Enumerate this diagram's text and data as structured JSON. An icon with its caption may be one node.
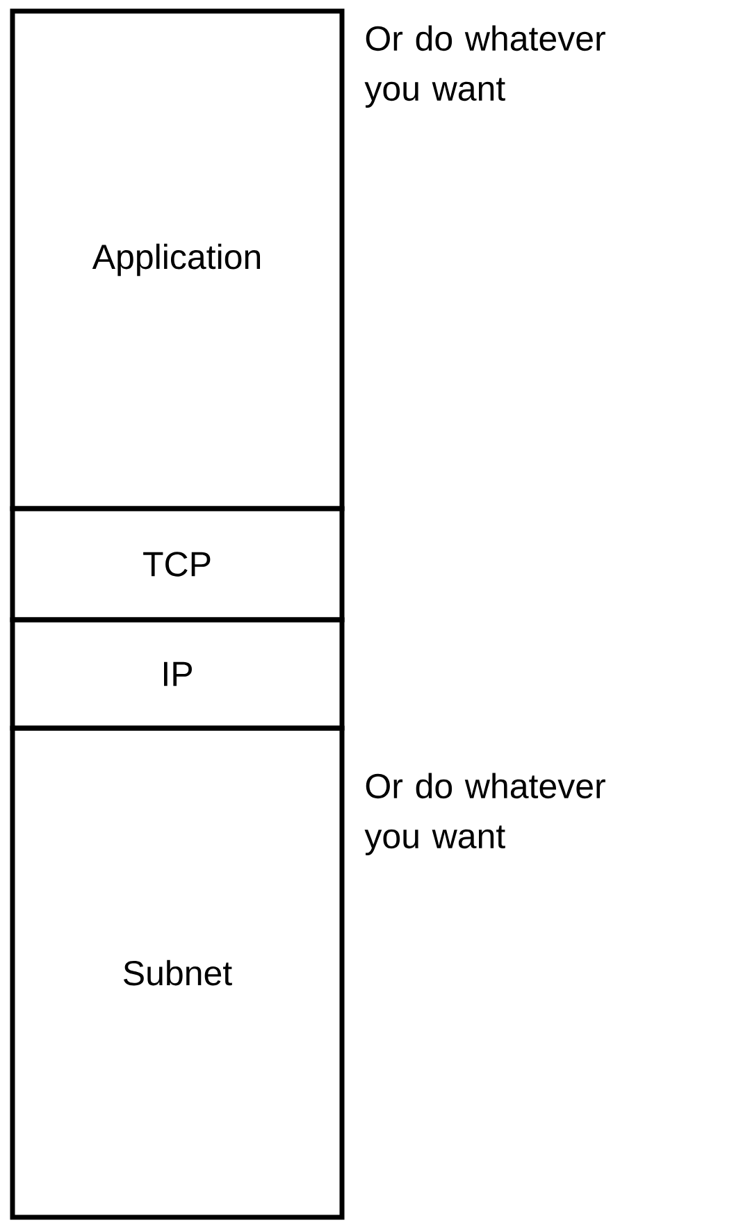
{
  "diagram": {
    "nodes": [
      {
        "text": [
          "Application"
        ]
      },
      {
        "text": [
          "TCP"
        ]
      },
      {
        "text": [
          "IP"
        ]
      },
      {
        "text": [
          "Subnet"
        ]
      }
    ],
    "labels": [
      "Or do whatever you want",
      "Or do whatever you want"
    ]
  }
}
